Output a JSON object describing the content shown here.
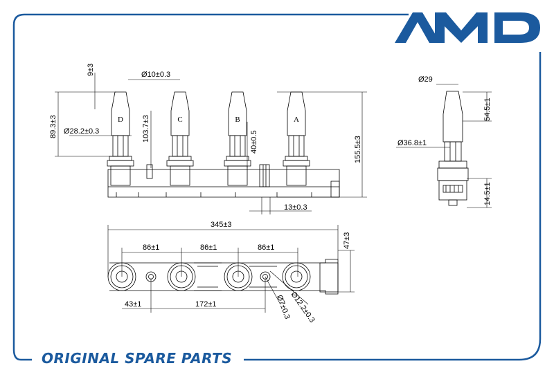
{
  "brand": {
    "name": "AMD",
    "color": "#1b5a9e"
  },
  "footer": {
    "label": "ORIGINAL SPARE PARTS"
  },
  "frame": {
    "color": "#1b5a9e"
  },
  "front_view": {
    "coil_labels": [
      "D",
      "C",
      "B",
      "A"
    ],
    "dims": {
      "top_gap": "9±3",
      "tip_diameter": "Ø10±0.3",
      "boot_height": "89.3±3",
      "boot_diameter": "Ø28.2±0.3",
      "coil_height": "103.7±3",
      "dim_40": "40±0.5",
      "total_height": "155.5±3",
      "dim_13": "13±0.3"
    }
  },
  "side_view": {
    "dims": {
      "tip": "Ø29",
      "boot_len": "54.5±1",
      "body": "Ø36.8±1",
      "connector": "14.5±1"
    }
  },
  "top_view": {
    "dims": {
      "length": "345±3",
      "pitch_1": "86±1",
      "pitch_2": "86±1",
      "pitch_3": "86±1",
      "width": "47±3",
      "offset": "43±1",
      "span": "172±1",
      "hole_small": "Ø7±0.3",
      "hole_large": "Ø12.2±0.3"
    }
  }
}
